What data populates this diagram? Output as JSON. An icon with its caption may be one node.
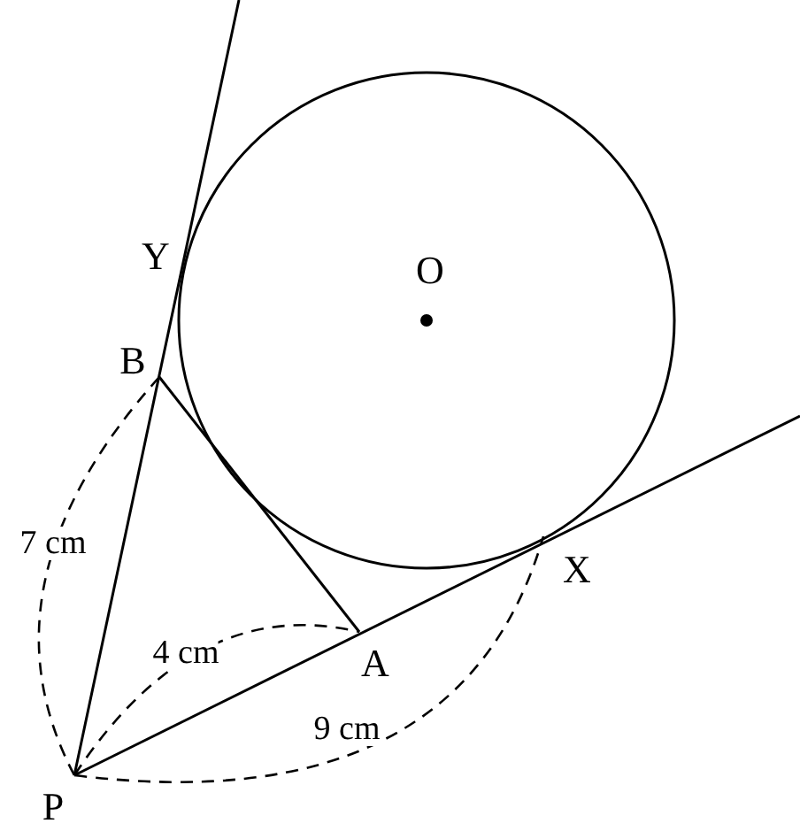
{
  "diagram": {
    "labels": [
      "Y",
      "O",
      "B",
      "7 cm",
      "X",
      "4 cm",
      "A",
      "9 cm",
      "P"
    ]
  }
}
